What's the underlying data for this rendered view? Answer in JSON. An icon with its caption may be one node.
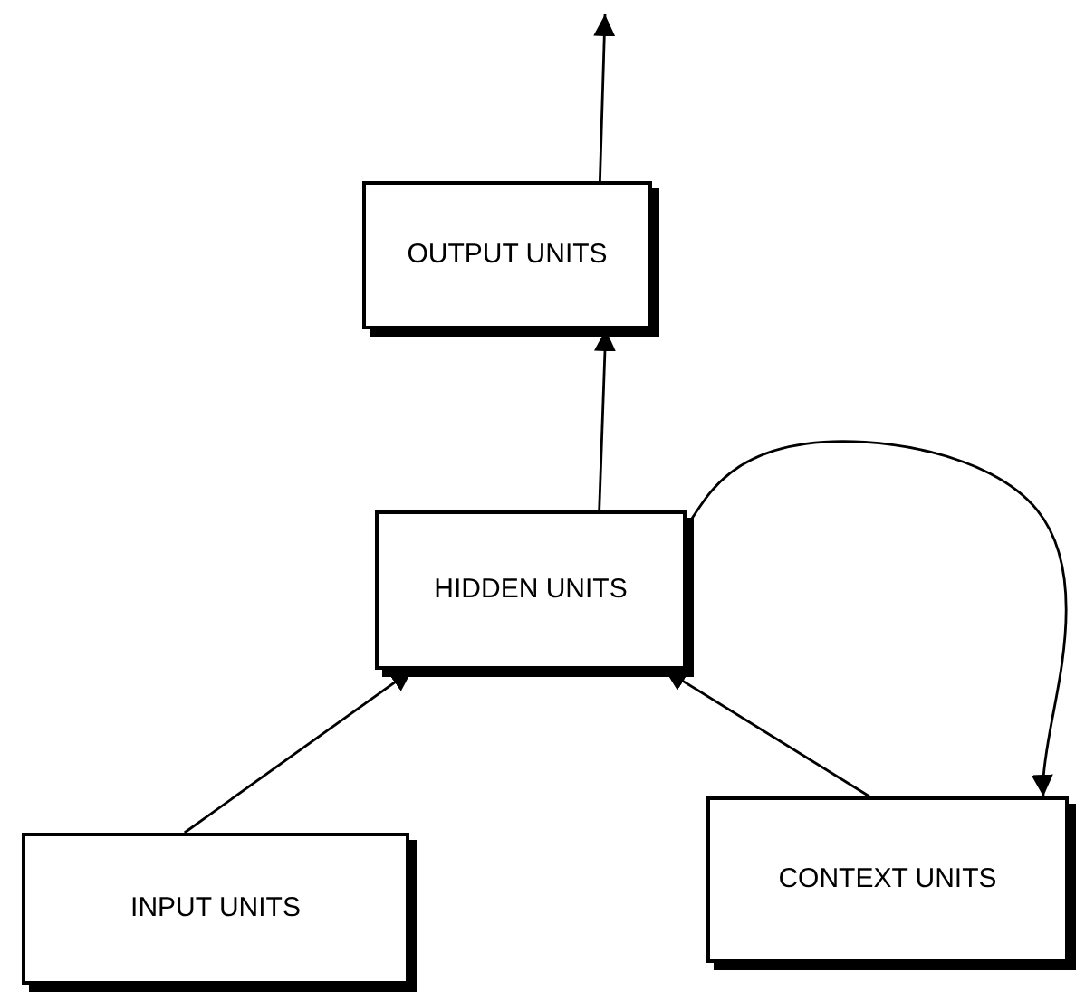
{
  "diagram": {
    "nodes": [
      {
        "text": [
          "OUTPUT UNITS"
        ]
      },
      {
        "text": [
          "HIDDEN UNITS"
        ]
      },
      {
        "text": [
          "INPUT UNITS"
        ]
      },
      {
        "text": [
          "CONTEXT UNITS"
        ]
      }
    ],
    "edges": [
      {
        "from": 0,
        "to": null,
        "arrow": "to"
      },
      {
        "from": 1,
        "to": 0,
        "arrow": "to"
      },
      {
        "from": 2,
        "to": 1,
        "arrow": "to"
      },
      {
        "from": 3,
        "to": 1,
        "arrow": "to"
      },
      {
        "from": 1,
        "to": 3,
        "arrow": "to"
      }
    ]
  }
}
